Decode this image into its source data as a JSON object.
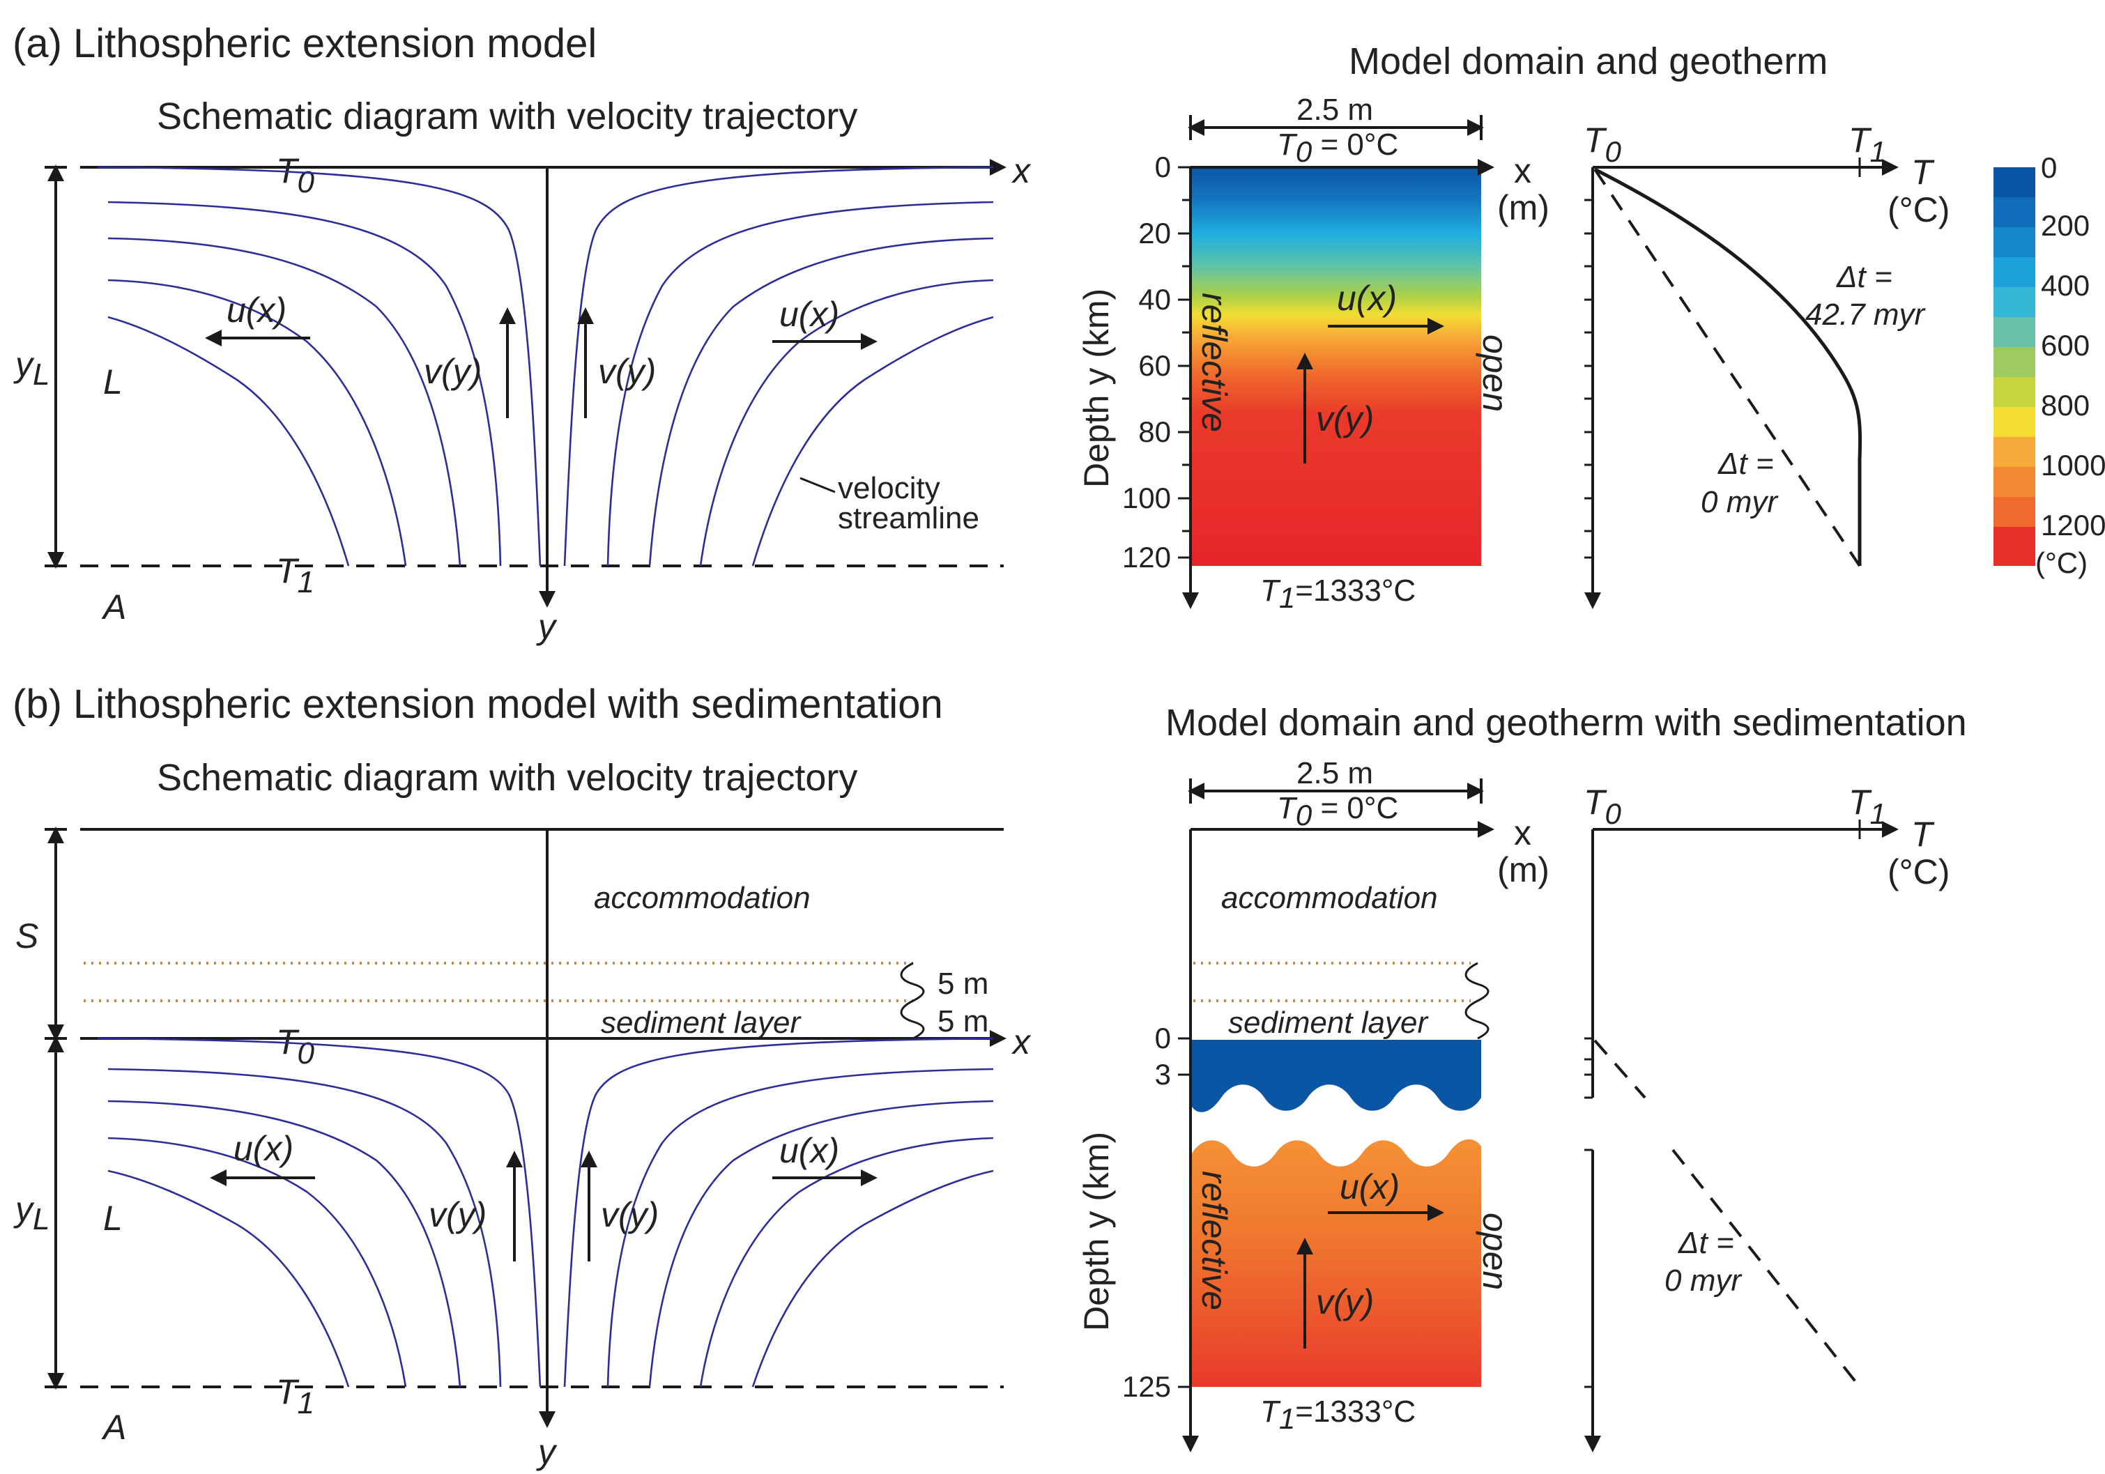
{
  "panel_a": {
    "title": "(a) Lithospheric extension model",
    "schematic_title": "Schematic diagram with velocity trajectory",
    "domain_title": "Model domain and geotherm",
    "T0": "T",
    "T0_sub": "0",
    "T1": "T",
    "T1_sub": "1",
    "x_label": "x",
    "y_label": "y",
    "yL": "y",
    "yL_sub": "L",
    "L": "L",
    "A": "A",
    "u_x": "u(x)",
    "v_y": "v(y)",
    "streamline_note_1": "velocity",
    "streamline_note_2": "streamline",
    "width_label": "2.5 m",
    "top_temp": "T",
    "top_temp_sub": "0",
    "top_temp_val": " = 0°C",
    "bottom_temp": "T",
    "bottom_temp_sub": "1",
    "bottom_temp_val": "=1333°C",
    "x_axis": "x",
    "x_unit": "(m)",
    "depth_label": "Depth y (km)",
    "depth_ticks": [
      "0",
      "20",
      "40",
      "60",
      "80",
      "100",
      "120"
    ],
    "left_bc": "reflective",
    "right_bc": "open",
    "T_axis": "T",
    "T_unit": "(°C)",
    "geotherm_label_1": "Δt =",
    "geotherm_label_2": "42.7 myr",
    "initial_label_1": "Δt =",
    "initial_label_2": "0 myr",
    "colorbar_ticks": [
      "0",
      "200",
      "400",
      "600",
      "800",
      "1000",
      "1200",
      "(°C)"
    ]
  },
  "panel_b": {
    "title": "(b) Lithospheric extension model with sedimentation",
    "schematic_title": "Schematic diagram with velocity trajectory",
    "domain_title": "Model domain and geotherm with sedimentation",
    "S": "S",
    "accommodation": "accommodation",
    "sediment_layer": "sediment layer",
    "layer_5m_a": "5 m",
    "layer_5m_b": "5 m",
    "depth_ticks": [
      "0",
      "3",
      "125"
    ],
    "initial_label_1": "Δt =",
    "initial_label_2": "0 myr"
  },
  "colors": {
    "streamline": "#2d2d9a",
    "sediment_dots": "#c08a50",
    "cold": "#0a5fa8",
    "hot": "#e8262a"
  }
}
